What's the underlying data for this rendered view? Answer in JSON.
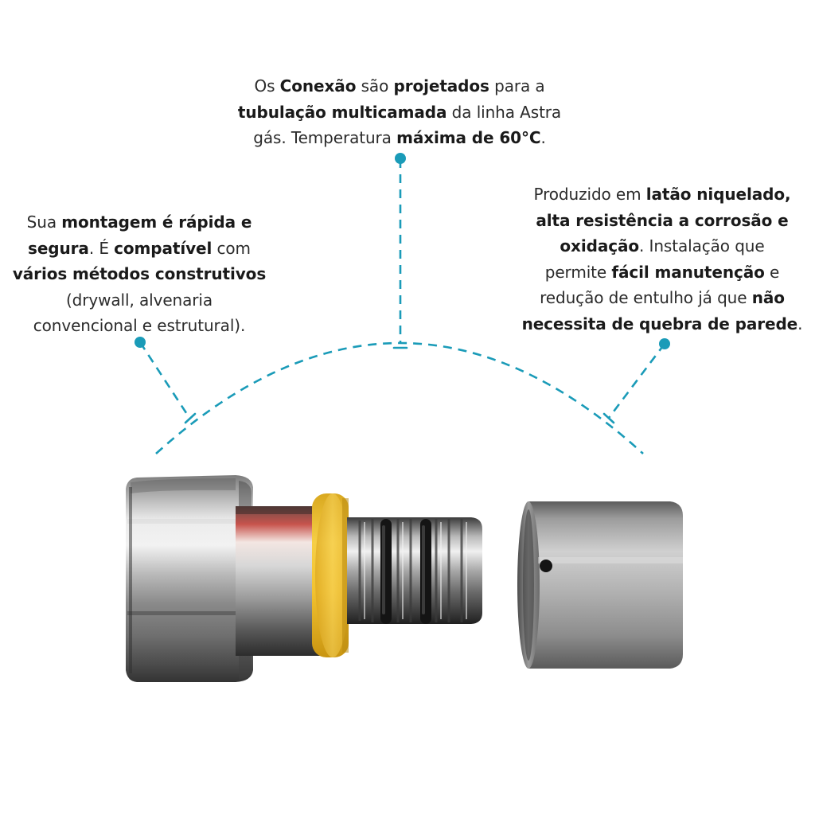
{
  "callouts": {
    "top": [
      {
        "text": "Os ",
        "bold": false
      },
      {
        "text": "Conexão",
        "bold": true
      },
      {
        "text": " são ",
        "bold": false
      },
      {
        "text": "projetados",
        "bold": true
      },
      {
        "text": " para a ",
        "bold": false
      },
      {
        "br": true
      },
      {
        "text": "tubulação multicamada",
        "bold": true
      },
      {
        "text": " da linha Astra",
        "bold": false
      },
      {
        "br": true
      },
      {
        "text": "gás. Temperatura ",
        "bold": false
      },
      {
        "text": "máxima de 60°C",
        "bold": true
      },
      {
        "text": ".",
        "bold": false
      }
    ],
    "left": [
      {
        "text": "Sua ",
        "bold": false
      },
      {
        "text": "montagem é rápida e",
        "bold": true
      },
      {
        "br": true
      },
      {
        "text": "segura",
        "bold": true
      },
      {
        "text": ". É ",
        "bold": false
      },
      {
        "text": "compatível",
        "bold": true
      },
      {
        "text": " com",
        "bold": false
      },
      {
        "br": true
      },
      {
        "text": "vários métodos construtivos",
        "bold": true
      },
      {
        "br": true
      },
      {
        "text": "(drywall, alvenaria",
        "bold": false
      },
      {
        "br": true
      },
      {
        "text": "convencional e estrutural).",
        "bold": false
      }
    ],
    "right": [
      {
        "text": "Produzido em ",
        "bold": false
      },
      {
        "text": "latão niquelado,",
        "bold": true
      },
      {
        "br": true
      },
      {
        "text": "alta resistência a corrosão e",
        "bold": true
      },
      {
        "br": true
      },
      {
        "text": "oxidação",
        "bold": true
      },
      {
        "text": ". Instalação que",
        "bold": false
      },
      {
        "br": true
      },
      {
        "text": "permite ",
        "bold": false
      },
      {
        "text": "fácil manutenção",
        "bold": true
      },
      {
        "text": " e",
        "bold": false
      },
      {
        "br": true
      },
      {
        "text": "redução de entulho já que ",
        "bold": false
      },
      {
        "text": "não",
        "bold": true
      },
      {
        "br": true
      },
      {
        "text": "necessita de quebra de parede",
        "bold": true
      },
      {
        "text": ".",
        "bold": false
      }
    ]
  },
  "colors": {
    "accent": "#1a9bb8",
    "text": "#2b2b2b",
    "ring": "#f2c230",
    "background": "#ffffff"
  },
  "icons": {
    "guides": "dashed-arc-with-callout-dots",
    "product": "nickel-plated-brass-press-fitting-with-sleeve"
  }
}
